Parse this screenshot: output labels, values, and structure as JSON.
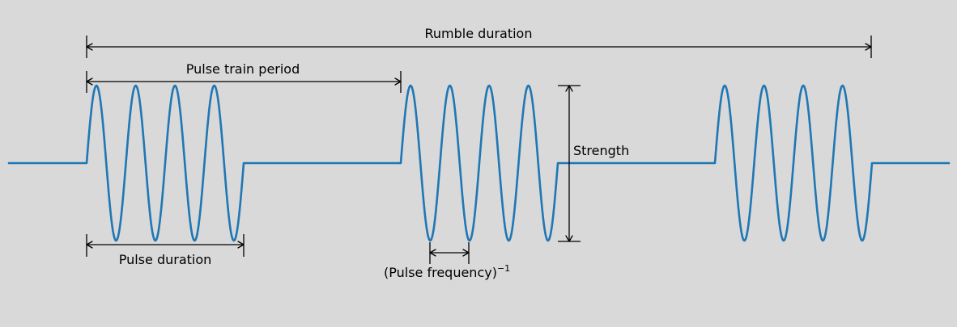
{
  "labels": {
    "rumble_duration": "Rumble duration",
    "pulse_train_period": "Pulse train period",
    "pulse_duration": "Pulse duration",
    "pulse_frequency": "(Pulse frequency)",
    "pulse_frequency_exponent": "−1",
    "strength": "Strength"
  },
  "signal": {
    "pulse_count": 3,
    "cycles_per_pulse": 4
  },
  "colors": {
    "background": "#d9d9d9",
    "waveform": "#1f77b4",
    "annotation": "#000000"
  }
}
